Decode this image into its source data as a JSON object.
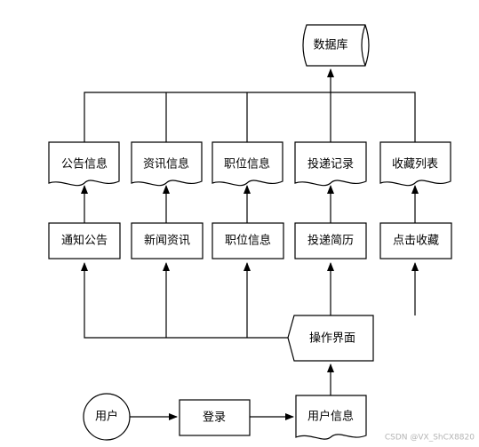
{
  "database": {
    "label": "数据库"
  },
  "documents": [
    {
      "label": "公告信息"
    },
    {
      "label": "资讯信息"
    },
    {
      "label": "职位信息"
    },
    {
      "label": "投递记录"
    },
    {
      "label": "收藏列表"
    }
  ],
  "processes": [
    {
      "label": "通知公告"
    },
    {
      "label": "新闻资讯"
    },
    {
      "label": "职位信息"
    },
    {
      "label": "投递简历"
    },
    {
      "label": "点击收藏"
    }
  ],
  "operation": {
    "label": "操作界面"
  },
  "user": {
    "label": "用户"
  },
  "login": {
    "label": "登录"
  },
  "user_info": {
    "label": "用户信息"
  },
  "watermark": {
    "text": "CSDN @VX_ShCX8820"
  }
}
